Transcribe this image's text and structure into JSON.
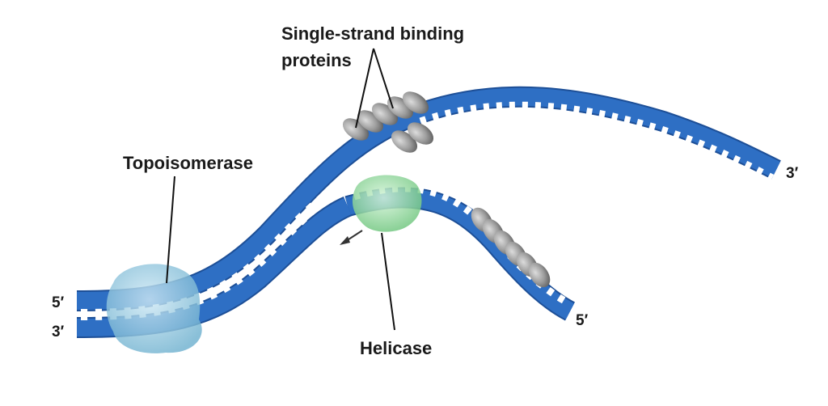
{
  "labels": {
    "ssb_line1": "Single-strand binding",
    "ssb_line2": "proteins",
    "topoisomerase": "Topoisomerase",
    "helicase": "Helicase"
  },
  "ends": {
    "left_top": "5′",
    "left_bottom": "3′",
    "right_top": "3′",
    "right_bottom": "5′"
  },
  "colors": {
    "strand": "#2e6fc4",
    "strand_dark": "#1d4f97",
    "rung": "#ffffff",
    "topoisomerase": "#8fc6df",
    "helicase": "#8fdc9a",
    "ssb_protein": "#9a9a9a"
  }
}
